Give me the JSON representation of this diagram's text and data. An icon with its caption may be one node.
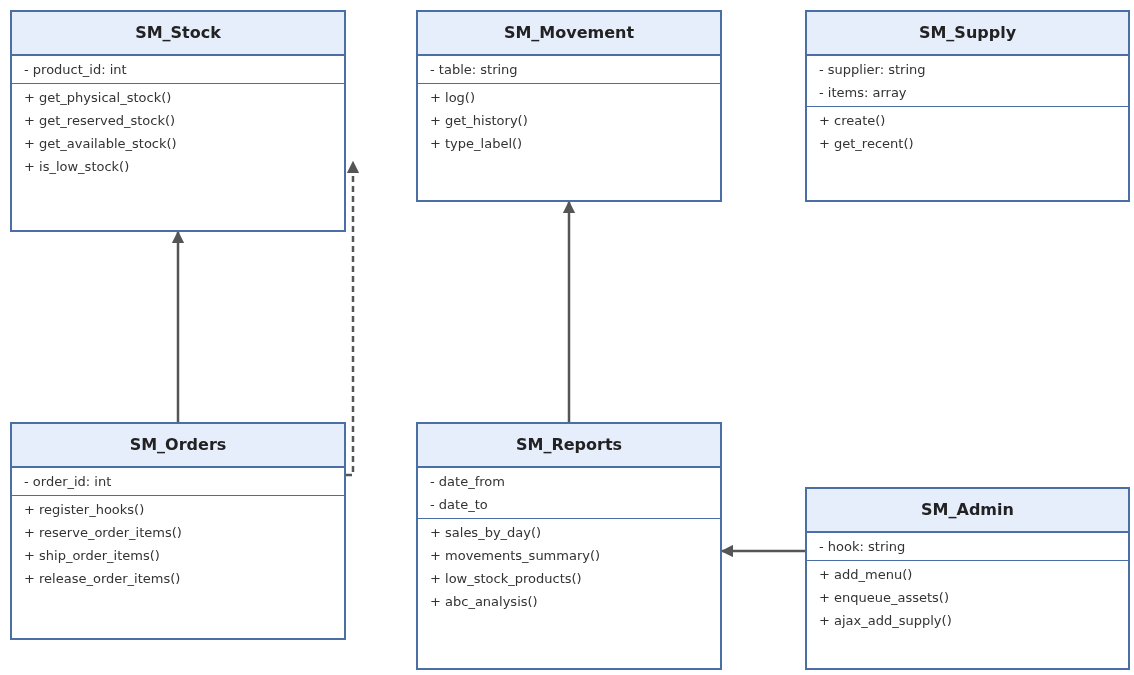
{
  "diagram": {
    "nodes": [
      {
        "text": [
          "SM_Stock"
        ]
      },
      {
        "text": [
          "- product_id: int"
        ],
        "in": 0
      },
      {
        "text": [
          "+ get_physical_stock()",
          "+ get_reserved_stock()",
          "+ get_available_stock()",
          "+ is_low_stock()"
        ],
        "in": 0
      },
      {
        "text": [
          "SM_Movement"
        ]
      },
      {
        "text": [
          "- table: string"
        ],
        "in": 3
      },
      {
        "text": [
          "+ log()",
          "+ get_history()",
          "+ type_label()"
        ],
        "in": 3
      },
      {
        "text": [
          "SM_Supply"
        ]
      },
      {
        "text": [
          "- supplier: string",
          "- items: array"
        ],
        "in": 6
      },
      {
        "text": [
          "+ create()",
          "+ get_recent()"
        ],
        "in": 6
      },
      {
        "text": [
          "SM_Orders"
        ]
      },
      {
        "text": [
          "- order_id: int"
        ],
        "in": 9
      },
      {
        "text": [
          "+ register_hooks()",
          "+ reserve_order_items()",
          "+ ship_order_items()",
          "+ release_order_items()"
        ],
        "in": 9
      },
      {
        "text": [
          "SM_Reports"
        ]
      },
      {
        "text": [
          "- date_from",
          "- date_to"
        ],
        "in": 12
      },
      {
        "text": [
          "+ sales_by_day()",
          "+ movements_summary()",
          "+ low_stock_products()",
          "+ abc_analysis()"
        ],
        "in": 12
      },
      {
        "text": [
          "SM_Admin"
        ]
      },
      {
        "text": [
          "- hook: string"
        ],
        "in": 15
      },
      {
        "text": [
          "+ add_menu()",
          "+ enqueue_assets()",
          "+ ajax_add_supply()"
        ],
        "in": 15
      }
    ],
    "edges": [
      {
        "from": 9,
        "to": 0,
        "arrow": "to"
      },
      {
        "from": 9,
        "to": 0,
        "arrow": "to",
        "style": "dashed"
      },
      {
        "from": 12,
        "to": 3,
        "arrow": "to"
      },
      {
        "from": 15,
        "to": 12,
        "arrow": "to"
      }
    ]
  }
}
